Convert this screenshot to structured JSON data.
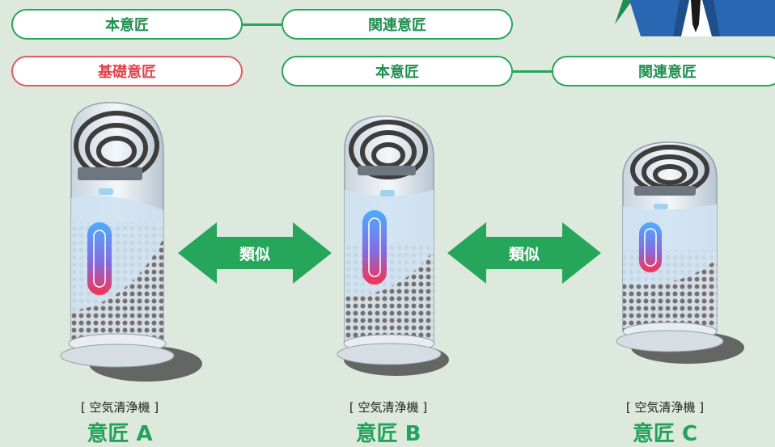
{
  "row1": {
    "left_pill": "本意匠",
    "right_pill": "関連意匠"
  },
  "row2": {
    "left_pill": "基礎意匠",
    "middle_pill": "本意匠",
    "right_pill": "関連意匠"
  },
  "arrows": [
    {
      "label": "類似"
    },
    {
      "label": "類似"
    }
  ],
  "products": [
    {
      "caption": "[ 空気清浄機 ]",
      "name": "意匠 A"
    },
    {
      "caption": "[ 空気清浄機 ]",
      "name": "意匠 B"
    },
    {
      "caption": "[ 空気清浄機 ]",
      "name": "意匠 C"
    }
  ],
  "colors": {
    "background": "#dde9dc",
    "green": "#26a65b",
    "red": "#e05b62"
  }
}
